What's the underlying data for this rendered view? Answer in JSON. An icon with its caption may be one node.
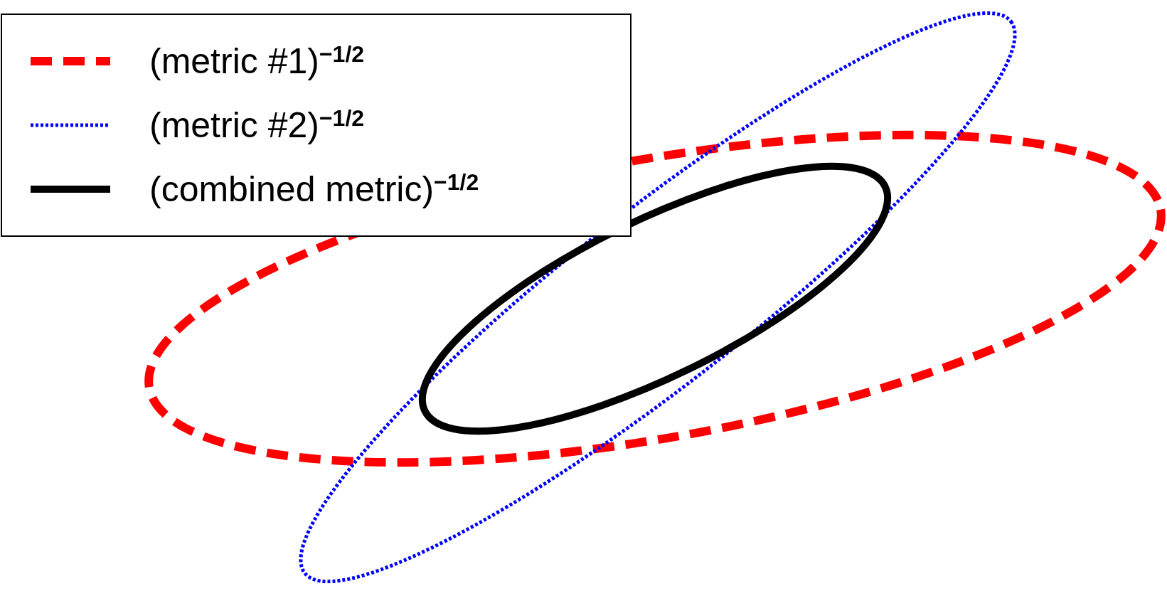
{
  "diagram": {
    "legend": [
      {
        "text": "(metric #1)$^{−1/2}$"
      },
      {
        "text": "(metric #2)$^{−1/2}$"
      },
      {
        "text": "(combined metric)$^{−1/2}$"
      }
    ]
  }
}
